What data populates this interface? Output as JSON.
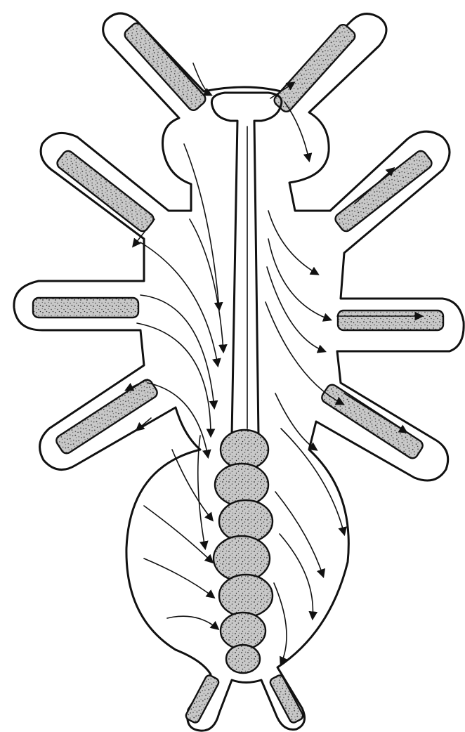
{
  "figure": {
    "subject": "insect-body-circulation-diagram",
    "labels": [],
    "colors": {
      "ink": "#111111",
      "paper": "#ffffff",
      "stipple": "url-free-pattern"
    }
  },
  "structures": {
    "body_outline": "body-outline",
    "dorsal_vessel": "dorsal-vessel",
    "heart_chambers": 7,
    "appendages": [
      "antenna-left",
      "antenna-right",
      "leg-left-1",
      "leg-left-2",
      "leg-left-3",
      "leg-right-1",
      "leg-right-2",
      "leg-right-3",
      "cercus-left",
      "cercus-right"
    ]
  }
}
